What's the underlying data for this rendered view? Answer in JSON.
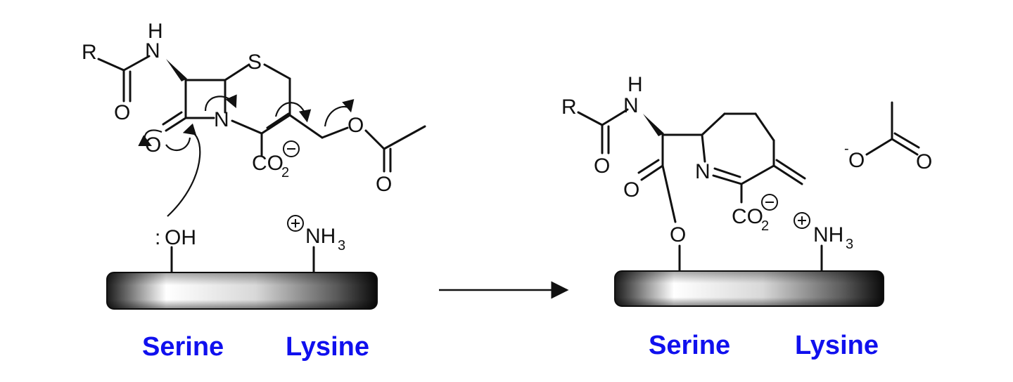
{
  "left_panel": {
    "r_label": "R",
    "nh_label": "N",
    "nh_h_label": "H",
    "carbonyl_o_label": "O",
    "s_label": "S",
    "ring_n_label": "N",
    "ring_o_label": "O",
    "co2_label": "CO",
    "co2_sub": "2",
    "ester_o_label": "O",
    "ester_carbonyl_o_label": "O",
    "serine_side_chain": "OH",
    "lone_pair": ":",
    "lysine_side_chain": "NH",
    "lysine_sub": "3",
    "serine_label": "Serine",
    "lysine_label": "Lysine"
  },
  "right_panel": {
    "r_label": "R",
    "nh_label": "N",
    "nh_h_label": "H",
    "carbonyl_o_label": "O",
    "acyl_o_label": "O",
    "imine_n_label": "N",
    "co2_label": "CO",
    "co2_sub": "2",
    "serine_o_label": "O",
    "lysine_side_chain": "NH",
    "lysine_sub": "3",
    "acetate_o_minus": "O",
    "acetate_o": "O",
    "serine_label": "Serine",
    "lysine_label": "Lysine"
  },
  "colors": {
    "residue_label": "#1010ee",
    "ink": "#111111"
  }
}
